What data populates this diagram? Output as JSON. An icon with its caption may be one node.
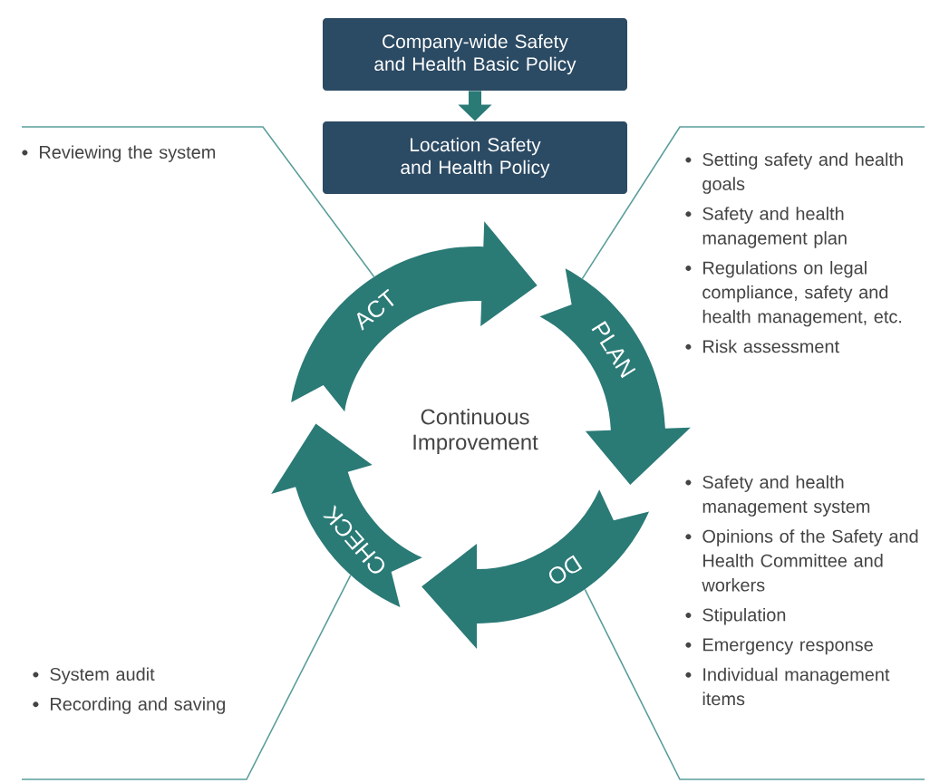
{
  "diagram": {
    "nodes": [
      {
        "text": [
          "Company-wide Safety and Health Basic Policy"
        ]
      },
      {
        "text": [
          "Location Safety and Health Policy"
        ]
      },
      {
        "text": [
          "ACT"
        ]
      },
      {
        "text": [
          "PLAN"
        ]
      },
      {
        "text": [
          "DO"
        ]
      },
      {
        "text": [
          "CHECK"
        ]
      },
      {
        "text": [
          "Reviewing the system"
        ]
      },
      {
        "text": [
          "Setting safety and health goals",
          "Safety and health management plan",
          "Regulations on legal compliance, safety and health management, etc.",
          "Risk assessment"
        ]
      },
      {
        "text": [
          "Safety and health management system",
          "Opinions of the Safety and Health Committee and workers",
          "Stipulation",
          "Emergency response",
          "Individual management items"
        ]
      },
      {
        "text": [
          "System audit",
          "Recording and saving"
        ]
      }
    ],
    "edges": [
      {
        "from": 0,
        "to": 1,
        "arrow": "to",
        "style": "thick",
        "color": "#2a7a76"
      },
      {
        "from": 6,
        "to": 2,
        "arrow": "none"
      },
      {
        "from": 7,
        "to": 3,
        "arrow": "none"
      },
      {
        "from": 8,
        "to": 4,
        "arrow": "none"
      },
      {
        "from": 9,
        "to": 5,
        "arrow": "none"
      }
    ],
    "labels": [
      "Continuous Improvement"
    ]
  }
}
